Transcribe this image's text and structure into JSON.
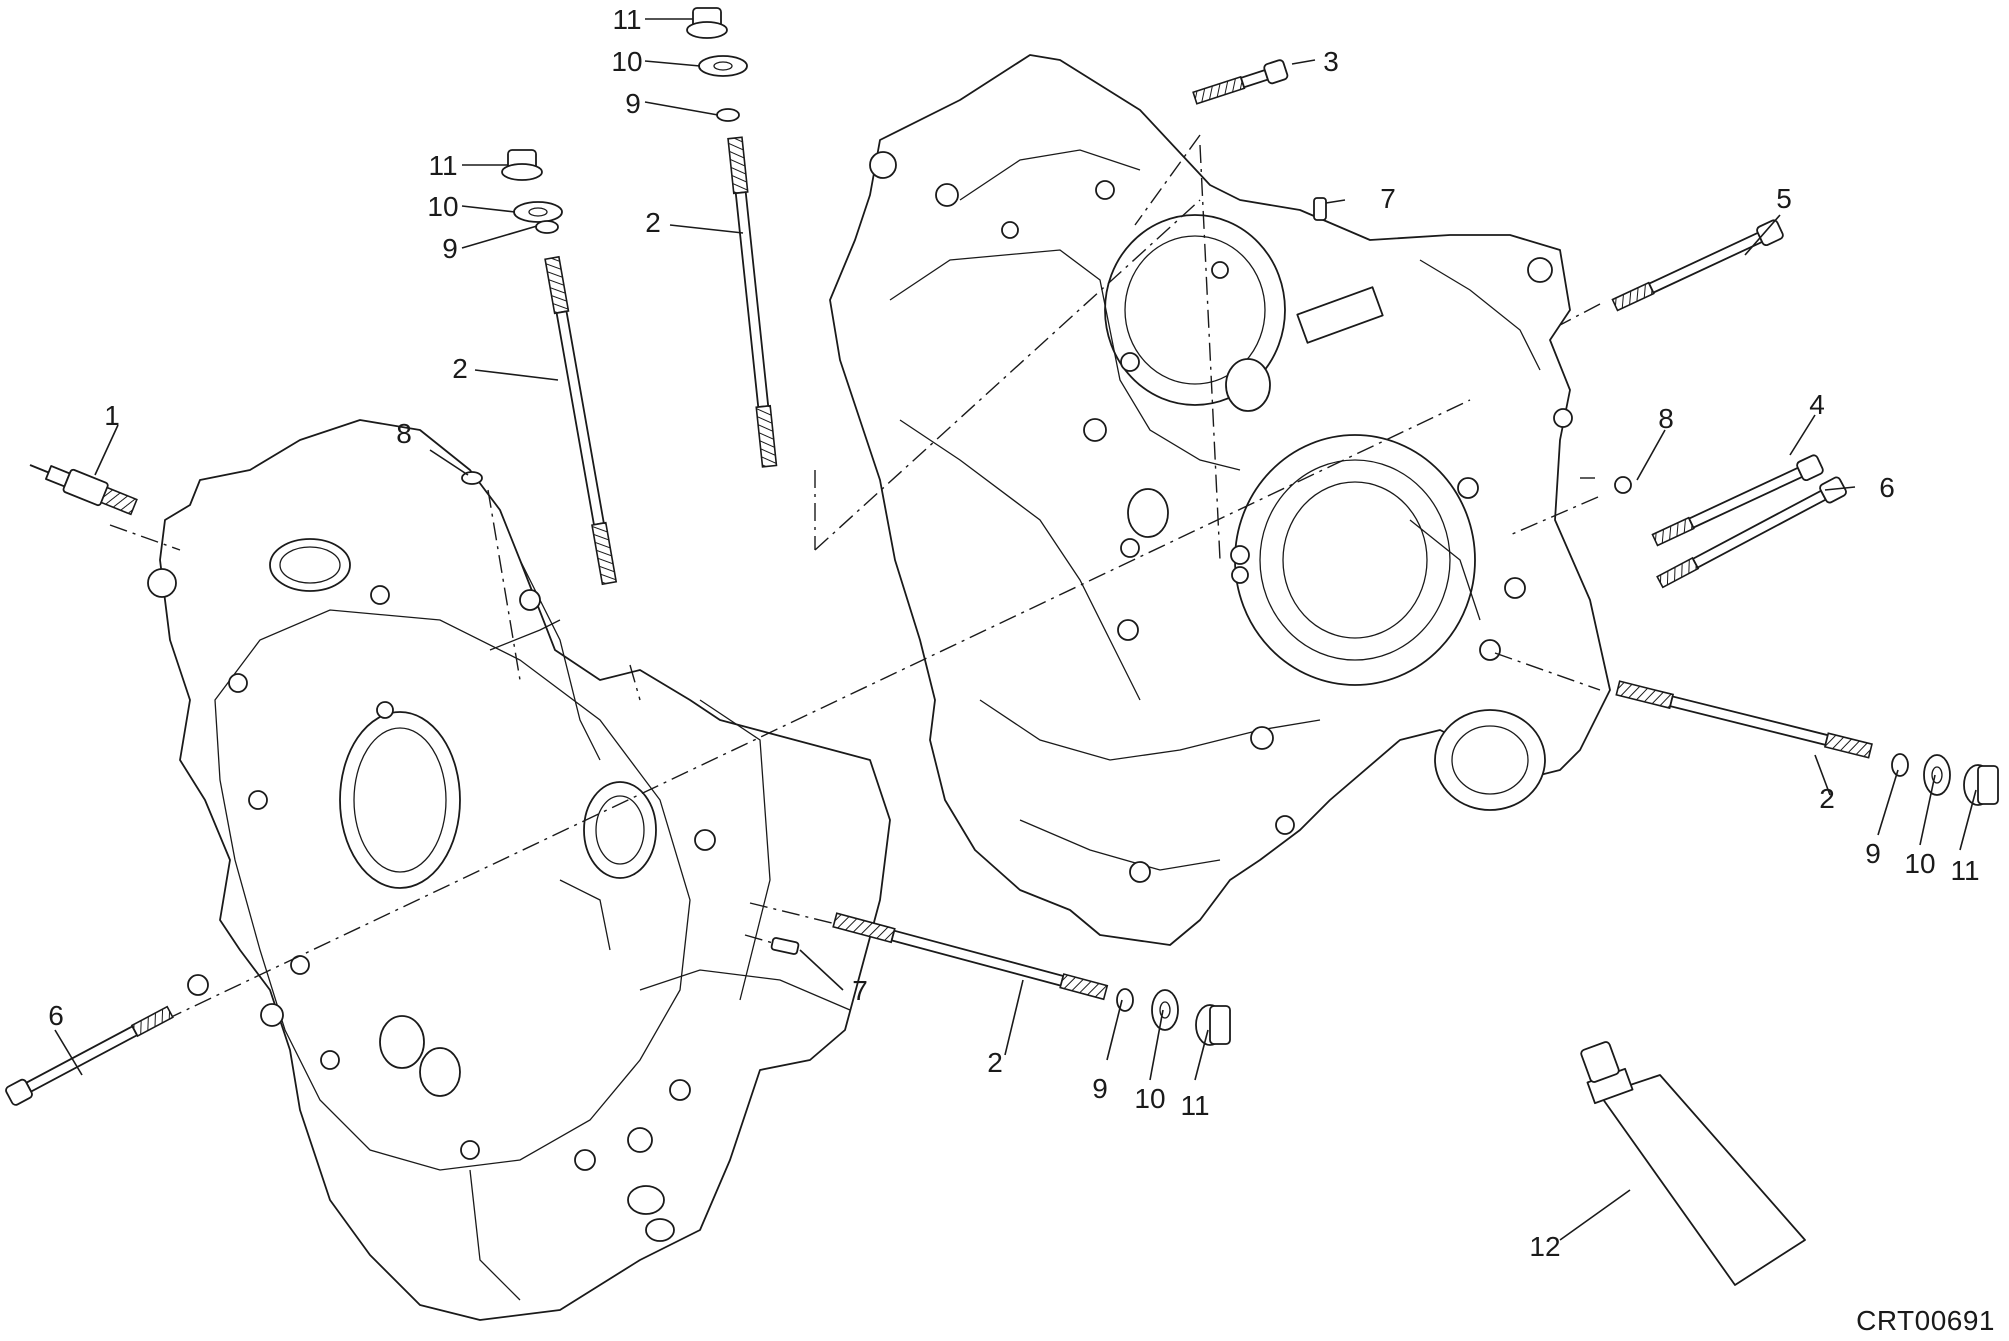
{
  "diagram": {
    "code": "CRT00691",
    "callouts": [
      {
        "id": "c1",
        "text": "1"
      },
      {
        "id": "c2a",
        "text": "2"
      },
      {
        "id": "c2b",
        "text": "2"
      },
      {
        "id": "c2c",
        "text": "2"
      },
      {
        "id": "c2d",
        "text": "2"
      },
      {
        "id": "c3",
        "text": "3"
      },
      {
        "id": "c4",
        "text": "4"
      },
      {
        "id": "c5",
        "text": "5"
      },
      {
        "id": "c6a",
        "text": "6"
      },
      {
        "id": "c6b",
        "text": "6"
      },
      {
        "id": "c7a",
        "text": "7"
      },
      {
        "id": "c7b",
        "text": "7"
      },
      {
        "id": "c8a",
        "text": "8"
      },
      {
        "id": "c8b",
        "text": "8"
      },
      {
        "id": "c9a",
        "text": "9"
      },
      {
        "id": "c9b",
        "text": "9"
      },
      {
        "id": "c9c",
        "text": "9"
      },
      {
        "id": "c9d",
        "text": "9"
      },
      {
        "id": "c10a",
        "text": "10"
      },
      {
        "id": "c10b",
        "text": "10"
      },
      {
        "id": "c10c",
        "text": "10"
      },
      {
        "id": "c10d",
        "text": "10"
      },
      {
        "id": "c11a",
        "text": "11"
      },
      {
        "id": "c11b",
        "text": "11"
      },
      {
        "id": "c11c",
        "text": "11"
      },
      {
        "id": "c11d",
        "text": "11"
      },
      {
        "id": "c12",
        "text": "12"
      }
    ]
  }
}
